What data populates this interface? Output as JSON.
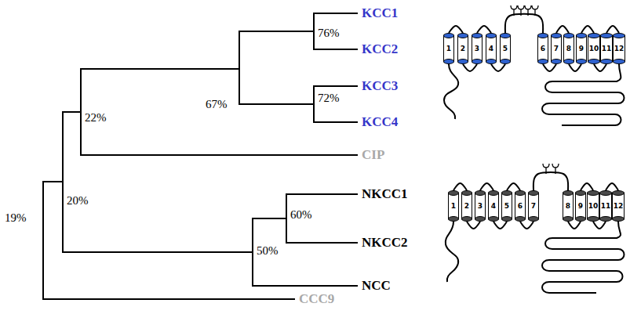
{
  "diagram": {
    "nodes": [
      {
        "text": [
          "1"
        ]
      },
      {
        "text": [
          "2"
        ]
      },
      {
        "text": [
          "3"
        ]
      },
      {
        "text": [
          "4"
        ]
      },
      {
        "text": [
          "5"
        ]
      },
      {
        "text": [
          "6"
        ]
      },
      {
        "text": [
          "7"
        ]
      },
      {
        "text": [
          "8"
        ]
      },
      {
        "text": [
          "9"
        ]
      },
      {
        "text": [
          "10"
        ]
      },
      {
        "text": [
          "11"
        ]
      },
      {
        "text": [
          "12"
        ]
      },
      {
        "text": [
          "1"
        ]
      },
      {
        "text": [
          "2"
        ]
      },
      {
        "text": [
          "3"
        ]
      },
      {
        "text": [
          "4"
        ]
      },
      {
        "text": [
          "5"
        ]
      },
      {
        "text": [
          "6"
        ]
      },
      {
        "text": [
          "7"
        ]
      },
      {
        "text": [
          "8"
        ]
      },
      {
        "text": [
          "9"
        ]
      },
      {
        "text": [
          "10"
        ]
      },
      {
        "text": [
          "11"
        ]
      },
      {
        "text": [
          "12"
        ]
      }
    ],
    "edges": [
      {
        "from": 0,
        "to": 1,
        "arrow": "none"
      },
      {
        "from": 1,
        "to": 2,
        "arrow": "none"
      },
      {
        "from": 2,
        "to": 3,
        "arrow": "none"
      },
      {
        "from": 3,
        "to": 4,
        "arrow": "none"
      },
      {
        "from": 4,
        "to": 5,
        "arrow": "none"
      },
      {
        "from": 5,
        "to": 6,
        "arrow": "none"
      },
      {
        "from": 6,
        "to": 7,
        "arrow": "none"
      },
      {
        "from": 7,
        "to": 8,
        "arrow": "none"
      },
      {
        "from": 8,
        "to": 9,
        "arrow": "none"
      },
      {
        "from": 9,
        "to": 10,
        "arrow": "none"
      },
      {
        "from": 10,
        "to": 11,
        "arrow": "none"
      },
      {
        "from": 12,
        "to": 13,
        "arrow": "none"
      },
      {
        "from": 13,
        "to": 14,
        "arrow": "none"
      },
      {
        "from": 14,
        "to": 15,
        "arrow": "none"
      },
      {
        "from": 15,
        "to": 16,
        "arrow": "none"
      },
      {
        "from": 16,
        "to": 17,
        "arrow": "none"
      },
      {
        "from": 17,
        "to": 18,
        "arrow": "none"
      },
      {
        "from": 18,
        "to": 19,
        "arrow": "none"
      },
      {
        "from": 19,
        "to": 20,
        "arrow": "none"
      },
      {
        "from": 20,
        "to": 21,
        "arrow": "none"
      },
      {
        "from": 21,
        "to": 22,
        "arrow": "none"
      },
      {
        "from": 22,
        "to": 23,
        "arrow": "none"
      }
    ],
    "labels": [
      "KCC1",
      "KCC2",
      "KCC3",
      "KCC4",
      "CIP",
      "NKCC1",
      "NKCC2",
      "NCC",
      "CCC9",
      "76%",
      "72%",
      "67%",
      "22%",
      "20%",
      "60%",
      "50%",
      "19%"
    ]
  }
}
